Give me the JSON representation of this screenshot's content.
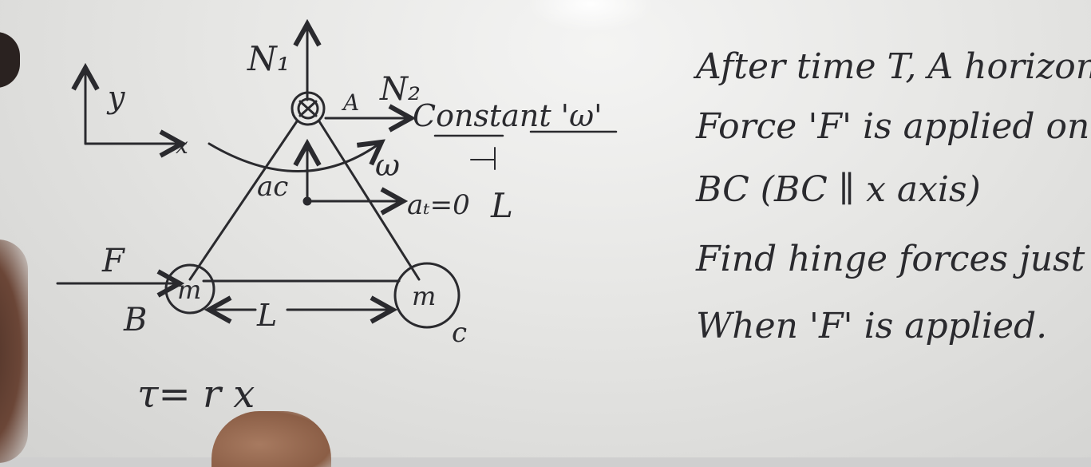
{
  "diagram": {
    "axis_y": "y",
    "axis_x": "x",
    "n1": "N₁",
    "n2": "N₂",
    "point_a": "A",
    "constant": "Constant 'ω'",
    "omega": "ω",
    "ac": "ac",
    "at": "aₜ=0",
    "length_right": "L",
    "force": "F",
    "point_b": "B",
    "mass_b": "m",
    "mass_c": "m",
    "point_c": "c",
    "length_bc": "L",
    "torque_eq": "τ= r x"
  },
  "notes": {
    "line1": "After time T, A horizontal",
    "line2": "Force 'F' is applied on",
    "line3": "BC (BC ∥ x axis)",
    "line4": "Find hinge forces just",
    "line5": "When 'F' is applied."
  }
}
